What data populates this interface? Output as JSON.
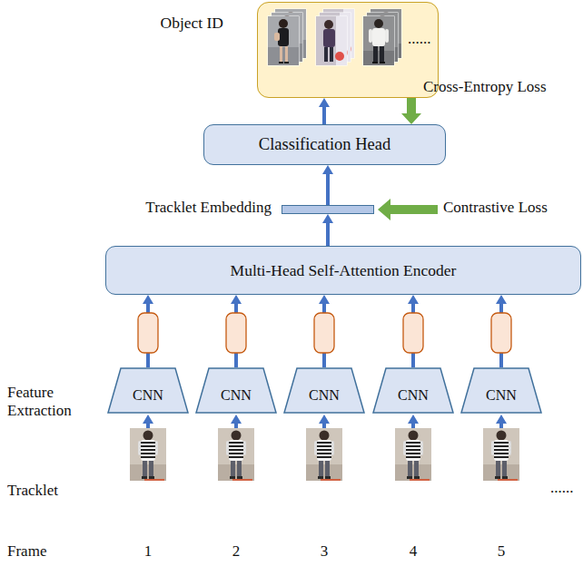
{
  "diagram": {
    "nodes": [
      {
        "text": [
          "Object ID",
          "......"
        ]
      },
      {
        "text": [
          "Classification Head"
        ]
      },
      {
        "text": [
          "Tracklet Embedding"
        ]
      },
      {
        "text": [
          "Multi-Head Self-Attention Encoder"
        ]
      },
      {
        "text": [
          "CNN"
        ]
      },
      {
        "text": [
          "CNN"
        ]
      },
      {
        "text": [
          "CNN"
        ]
      },
      {
        "text": [
          "CNN"
        ]
      },
      {
        "text": [
          "CNN"
        ]
      }
    ],
    "edges": [
      {
        "from": 1,
        "to": 0,
        "arrow": "to"
      },
      {
        "from": 0,
        "to": 1,
        "arrow": "to",
        "label": "Cross-Entropy Loss"
      },
      {
        "from": 2,
        "to": 1,
        "arrow": "to"
      },
      {
        "from": 3,
        "to": 2,
        "arrow": "to"
      },
      {
        "from": 4,
        "to": 3,
        "arrow": "to"
      },
      {
        "from": 5,
        "to": 3,
        "arrow": "to"
      },
      {
        "from": 6,
        "to": 3,
        "arrow": "to"
      },
      {
        "from": 7,
        "to": 3,
        "arrow": "to"
      },
      {
        "from": 8,
        "to": 3,
        "arrow": "to"
      }
    ],
    "labels": [
      "Contrastive Loss",
      "Feature Extraction",
      "Tracklet",
      "......",
      "Frame",
      "1",
      "2",
      "3",
      "4",
      "5"
    ]
  }
}
